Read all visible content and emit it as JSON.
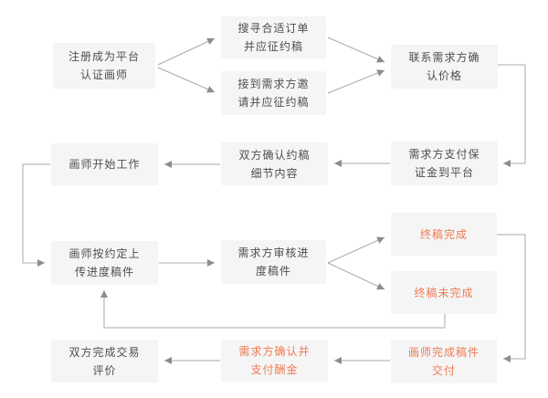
{
  "diagram": {
    "type": "flowchart",
    "language": "zh-CN",
    "colors": {
      "background": "#ffffff",
      "node_fill": "#f5f5f6",
      "node_text": "#4e4e50",
      "accent_text": "#ed7b52",
      "connector_line": "#a9a9a9",
      "arrowhead": "#8d8d8d"
    },
    "nodes": [
      {
        "id": "register-artist",
        "label": "注册成为平台\n认证画师",
        "emphasis": false
      },
      {
        "id": "search-order",
        "label": "搜寻合适订单\n并应征约稿",
        "emphasis": false
      },
      {
        "id": "receive-invite",
        "label": "接到需求方邀\n请并应征约稿",
        "emphasis": false
      },
      {
        "id": "confirm-price",
        "label": "联系需求方确\n认价格",
        "emphasis": false
      },
      {
        "id": "pay-deposit",
        "label": "需求方支付保\n证金到平台",
        "emphasis": false
      },
      {
        "id": "confirm-details",
        "label": "双方确认约稿\n细节内容",
        "emphasis": false
      },
      {
        "id": "start-work",
        "label": "画师开始工作",
        "emphasis": false
      },
      {
        "id": "upload-progress",
        "label": "画师按约定上\n传进度稿件",
        "emphasis": false
      },
      {
        "id": "review-progress",
        "label": "需求方审核进\n度稿件",
        "emphasis": false
      },
      {
        "id": "final-complete",
        "label": "终稿完成",
        "emphasis": true
      },
      {
        "id": "final-incomplete",
        "label": "终稿未完成",
        "emphasis": true
      },
      {
        "id": "deliver-work",
        "label": "画师完成稿件\n交付",
        "emphasis": true
      },
      {
        "id": "confirm-pay-fee",
        "label": "需求方确认并\n支付酬金",
        "emphasis": true
      },
      {
        "id": "complete-evaluation",
        "label": "双方完成交易\n评价",
        "emphasis": false
      }
    ],
    "edges": [
      {
        "from": "register-artist",
        "to": "search-order"
      },
      {
        "from": "register-artist",
        "to": "receive-invite"
      },
      {
        "from": "search-order",
        "to": "confirm-price"
      },
      {
        "from": "receive-invite",
        "to": "confirm-price"
      },
      {
        "from": "confirm-price",
        "to": "pay-deposit"
      },
      {
        "from": "pay-deposit",
        "to": "confirm-details"
      },
      {
        "from": "confirm-details",
        "to": "start-work"
      },
      {
        "from": "start-work",
        "to": "upload-progress"
      },
      {
        "from": "upload-progress",
        "to": "review-progress"
      },
      {
        "from": "review-progress",
        "to": "final-complete"
      },
      {
        "from": "review-progress",
        "to": "final-incomplete"
      },
      {
        "from": "final-incomplete",
        "to": "upload-progress"
      },
      {
        "from": "final-complete",
        "to": "deliver-work"
      },
      {
        "from": "deliver-work",
        "to": "confirm-pay-fee"
      },
      {
        "from": "confirm-pay-fee",
        "to": "complete-evaluation"
      }
    ]
  }
}
